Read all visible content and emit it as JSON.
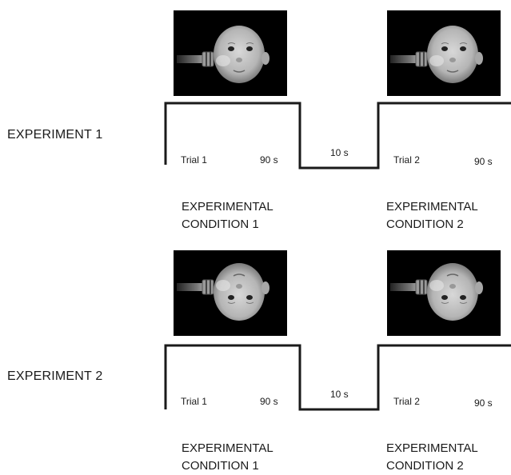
{
  "experiments": [
    {
      "label": "EXPERIMENT 1",
      "face_orientation": "upright",
      "trial1": {
        "label": "Trial 1",
        "duration": "90 s"
      },
      "gap": {
        "label": "10 s"
      },
      "trial2": {
        "label": "Trial 2",
        "duration": "90 s"
      },
      "cond1": {
        "line1": "EXPERIMENTAL",
        "line2": "CONDITION 1"
      },
      "cond2": {
        "line1": "EXPERIMENTAL",
        "line2": "CONDITION 2"
      }
    },
    {
      "label": "EXPERIMENT 2",
      "face_orientation": "inverted",
      "trial1": {
        "label": "Trial 1",
        "duration": "90 s"
      },
      "gap": {
        "label": "10 s"
      },
      "trial2": {
        "label": "Trial 2",
        "duration": "90 s"
      },
      "cond1": {
        "line1": "EXPERIMENTAL",
        "line2": "CONDITION 1"
      },
      "cond2": {
        "line1": "EXPERIMENTAL",
        "line2": "CONDITION 2"
      }
    }
  ],
  "colors": {
    "timeline": "#1a1a1a",
    "photo_background": "#000000",
    "face": "#c9c9c9",
    "text": "#1a1a1a"
  }
}
